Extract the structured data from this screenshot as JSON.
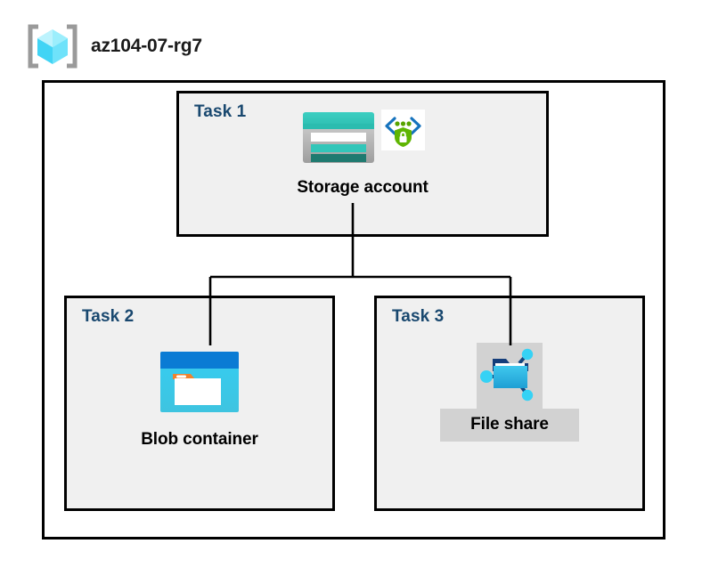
{
  "diagram": {
    "title": "az104-07-rg7",
    "resource_group_icon": "resource-group-cube-icon",
    "colors": {
      "task_label": "#19486f",
      "panel_fill": "#f0f0f0",
      "panel_border": "#000000",
      "connector": "#000000",
      "plate_gray": "#d2d2d2",
      "storage_teal": "#32bfb3",
      "storage_teal_dark": "#1f7a70",
      "blob_blue_dark": "#0a7bd4",
      "blob_cyan": "#32c8f0",
      "blob_orange": "#f0822d",
      "fileshare_blue": "#2bb3e3",
      "fileshare_node": "#32d2f0",
      "shield_green": "#57a300",
      "bracket_blue": "#0f6cbd",
      "cube_cyan": "#5fe0fa",
      "bracket_gray": "#9a9a9a"
    }
  },
  "tasks": [
    {
      "id": "task1",
      "label": "Task 1",
      "node": {
        "caption": "Storage account",
        "icons": [
          "storage-account-icon",
          "security-shield-icon"
        ]
      }
    },
    {
      "id": "task2",
      "label": "Task 2",
      "node": {
        "caption": "Blob container",
        "icons": [
          "blob-container-icon"
        ]
      }
    },
    {
      "id": "task3",
      "label": "Task 3",
      "node": {
        "caption": "File share",
        "icons": [
          "file-share-icon"
        ]
      }
    }
  ],
  "connectors": [
    {
      "from": "task1",
      "to": "task2"
    },
    {
      "from": "task1",
      "to": "task3"
    }
  ]
}
